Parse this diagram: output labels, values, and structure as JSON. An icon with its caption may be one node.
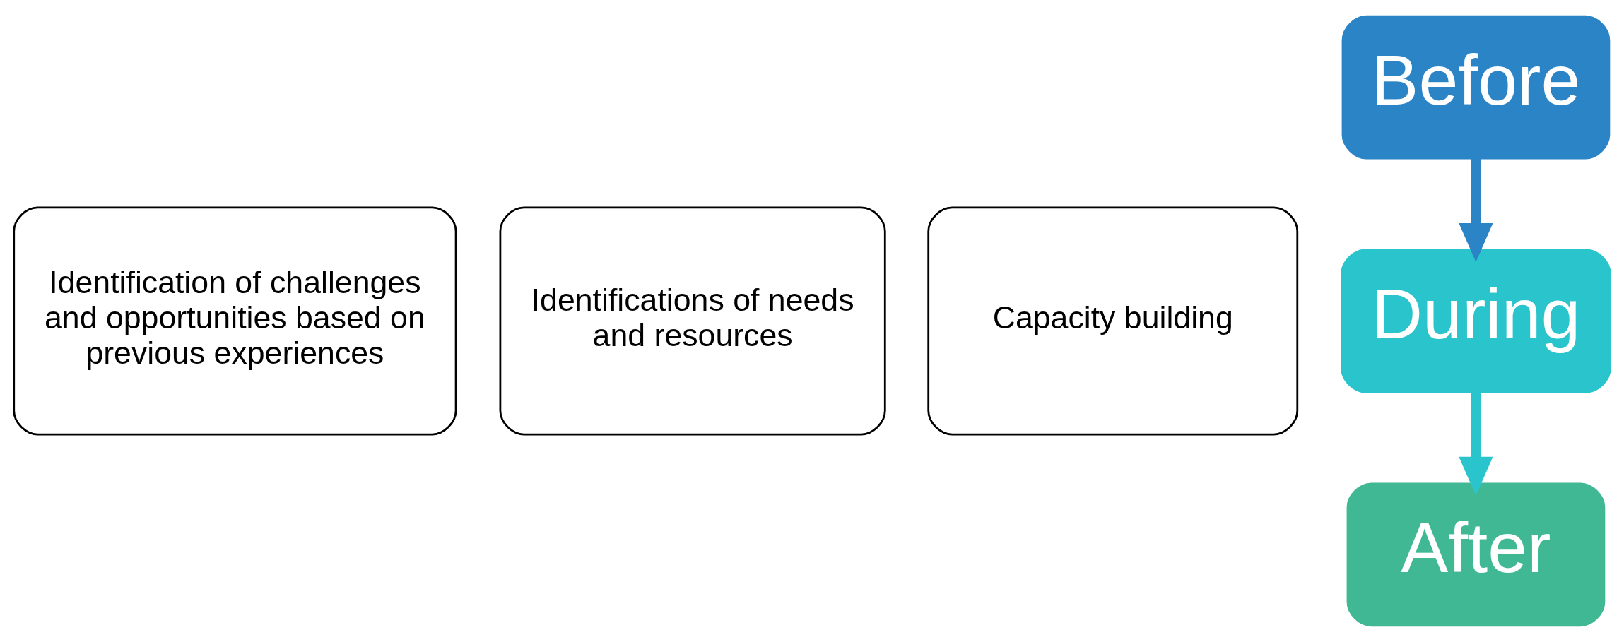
{
  "diagram": {
    "nodes": [
      {
        "text": [
          "Identification of challenges and opportunities based on previous experiences"
        ]
      },
      {
        "text": [
          "Identifications of needs and resources"
        ]
      },
      {
        "text": [
          "Capacity building"
        ]
      },
      {
        "text": [
          "Before"
        ]
      },
      {
        "text": [
          "During"
        ]
      },
      {
        "text": [
          "After"
        ]
      }
    ],
    "edges": [
      {
        "from": 3,
        "to": 4,
        "arrow": "to",
        "color": "#2a84c6"
      },
      {
        "from": 4,
        "to": 5,
        "arrow": "to",
        "color": "#29c4cc"
      }
    ]
  }
}
